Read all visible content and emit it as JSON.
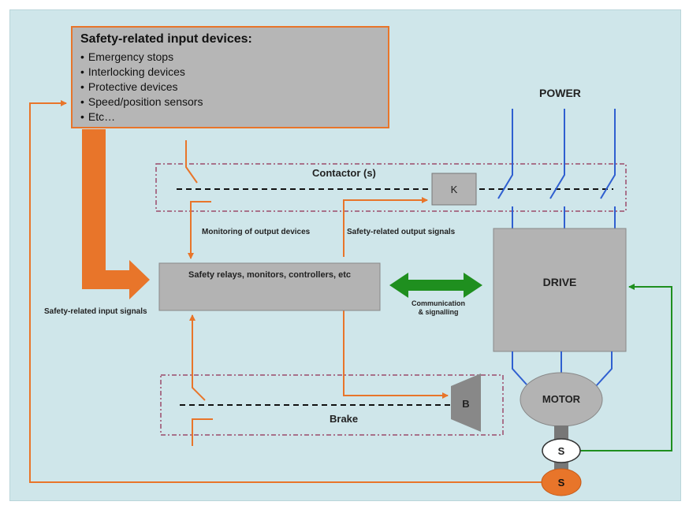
{
  "input_devices": {
    "title": "Safety-related input devices:",
    "items": [
      "Emergency stops",
      "Interlocking devices",
      "Protective devices",
      "Speed/position sensors",
      "Etc…"
    ]
  },
  "labels": {
    "power": "POWER",
    "contactor": "Contactor (s)",
    "k_block": "K",
    "monitoring": "Monitoring of output devices",
    "output_signals": "Safety-related output signals",
    "controller": "Safety relays, monitors, controllers, etc",
    "communication": "Communication\n& signalling",
    "drive": "DRIVE",
    "input_signals": "Safety-related input signals",
    "motor": "MOTOR",
    "brake": "Brake",
    "brake_block": "B",
    "sensor_upper": "S",
    "sensor_lower": "S"
  },
  "colors": {
    "background": "#cfe6ea",
    "orange": "#e8752a",
    "blue": "#2f5fd0",
    "green": "#1f8f1f",
    "gray_box": "#b3b3b3",
    "dash_box": "#9b4a6b"
  }
}
